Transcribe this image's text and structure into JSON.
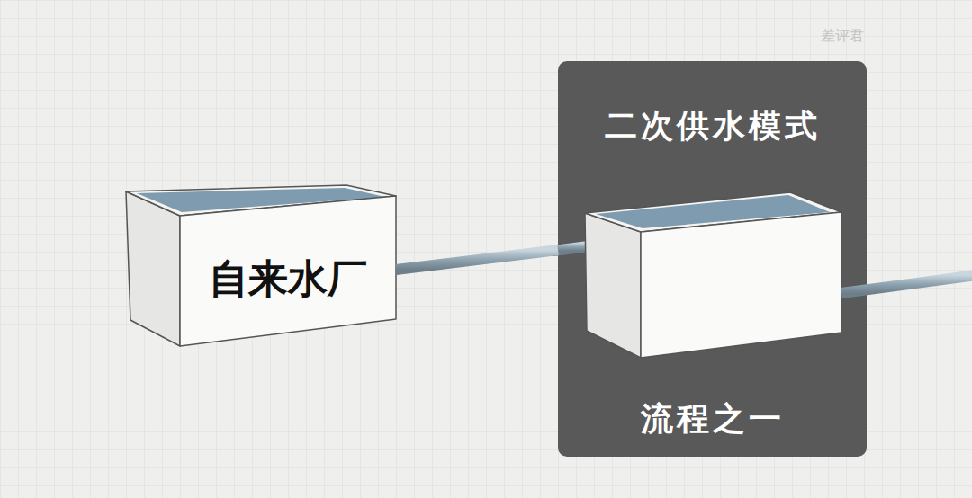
{
  "diagram": {
    "nodes": [
      {
        "text": [
          "自来水厂"
        ]
      },
      {
        "text": [
          "二次供水模式",
          "流程之一"
        ]
      }
    ],
    "edges": [
      {
        "from": 0,
        "to": 1,
        "arrow": "none"
      }
    ],
    "labels": [
      "差评君"
    ]
  }
}
